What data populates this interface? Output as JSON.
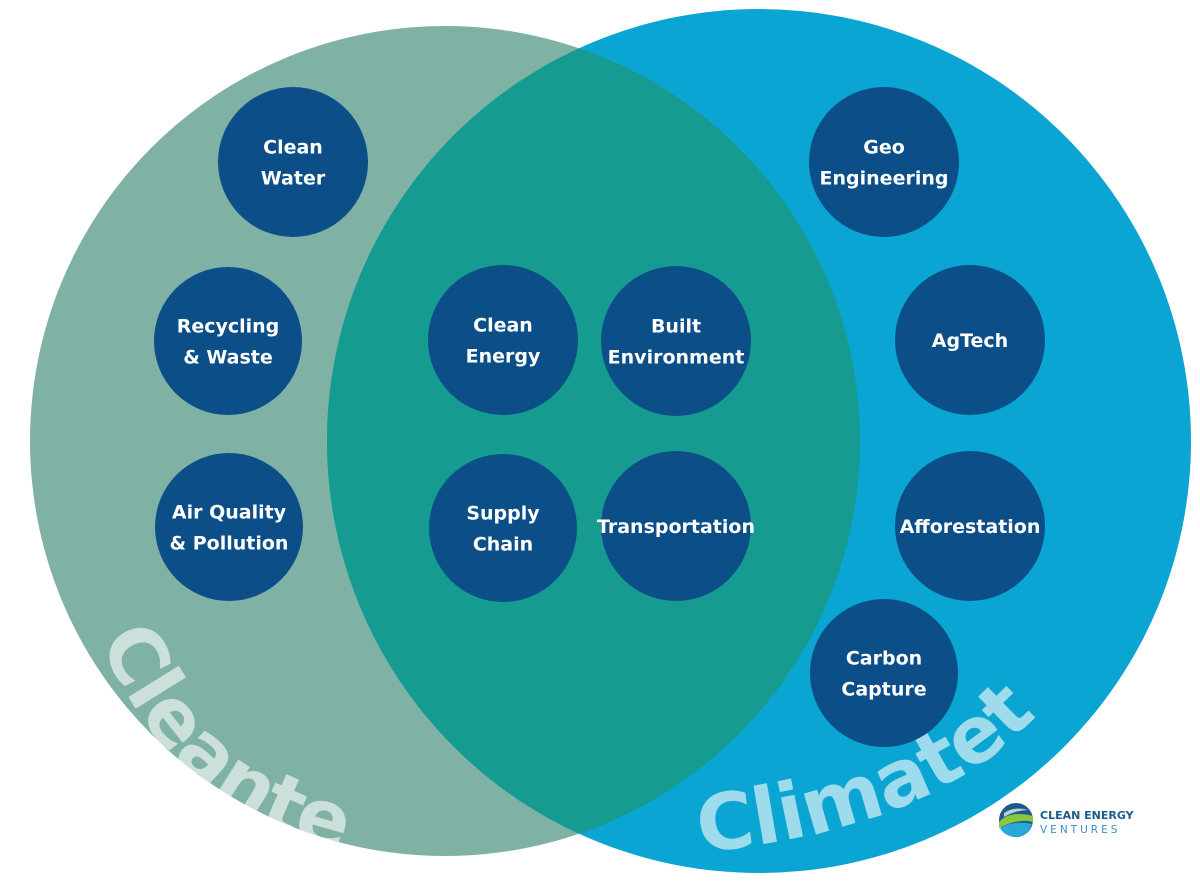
{
  "colors": {
    "cleantech_circle": "#7fb2a5",
    "climatetech_circle": "#0aa5d2",
    "overlap": "#169b91",
    "node": "#0b4e88",
    "node_text": "#ffffff"
  },
  "sets": {
    "cleantech": {
      "label": "Cleantech"
    },
    "climatetech": {
      "label": "Climatetech"
    }
  },
  "nodes": [
    {
      "id": "clean-water",
      "lines": [
        "Clean",
        "Water"
      ],
      "set": "cleantech"
    },
    {
      "id": "recycling-waste",
      "lines": [
        "Recycling",
        "& Waste"
      ],
      "set": "cleantech"
    },
    {
      "id": "air-quality-pollution",
      "lines": [
        "Air Quality",
        "& Pollution"
      ],
      "set": "cleantech"
    },
    {
      "id": "clean-energy",
      "lines": [
        "Clean",
        "Energy"
      ],
      "set": "both"
    },
    {
      "id": "built-environment",
      "lines": [
        "Built",
        "Environment"
      ],
      "set": "both"
    },
    {
      "id": "supply-chain",
      "lines": [
        "Supply",
        "Chain"
      ],
      "set": "both"
    },
    {
      "id": "transportation",
      "lines": [
        "Transportation"
      ],
      "set": "both"
    },
    {
      "id": "geo-engineering",
      "lines": [
        "Geo",
        "Engineering"
      ],
      "set": "climatetech"
    },
    {
      "id": "agtech",
      "lines": [
        "AgTech"
      ],
      "set": "climatetech"
    },
    {
      "id": "afforestation",
      "lines": [
        "Afforestation"
      ],
      "set": "climatetech"
    },
    {
      "id": "carbon-capture",
      "lines": [
        "Carbon",
        "Capture"
      ],
      "set": "climatetech"
    }
  ],
  "logo": {
    "line1": "CLEAN ENERGY",
    "line2": "VENTURES"
  }
}
